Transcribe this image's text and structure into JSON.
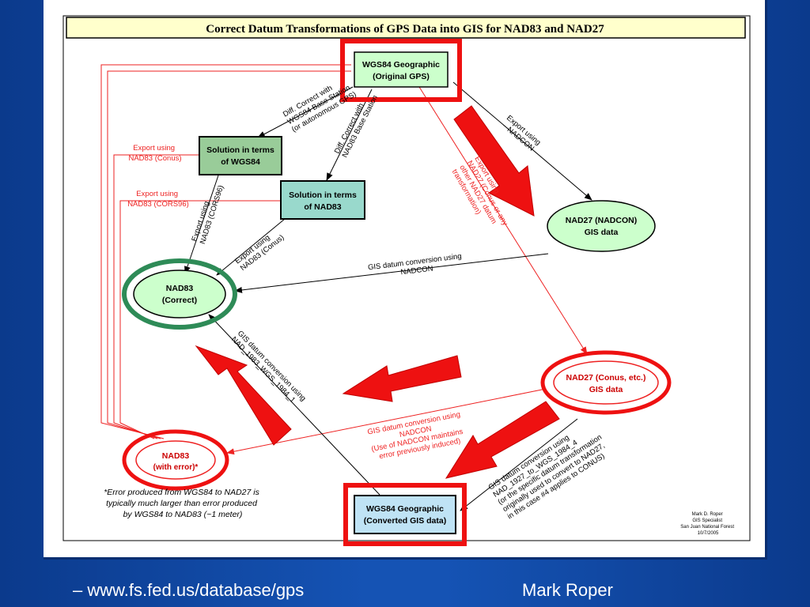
{
  "title": "Correct Datum Transformations of GPS Data into GIS for NAD83 and NAD27",
  "nodes": {
    "wgs84_top": {
      "line1": "WGS84 Geographic",
      "line2": "(Original GPS)"
    },
    "sol_wgs84": {
      "line1": "Solution in terms",
      "line2": "of WGS84"
    },
    "sol_nad83": {
      "line1": "Solution in terms",
      "line2": "of NAD83"
    },
    "nad27_nadcon": {
      "line1": "NAD27 (NADCON)",
      "line2": "GIS data"
    },
    "nad83_correct": {
      "line1": "NAD83",
      "line2": "(Correct)"
    },
    "nad27_conus": {
      "line1": "NAD27 (Conus, etc.)",
      "line2": "GIS data"
    },
    "nad83_error": {
      "line1": "NAD83",
      "line2": "(with error)*"
    },
    "wgs84_bottom": {
      "line1": "WGS84 Geographic",
      "line2": "(Converted GIS data)"
    }
  },
  "labels": {
    "diff_autonomous": [
      "Diff. Correct with",
      "WGS84 Base Station",
      "(or autonomous GPS)"
    ],
    "diff_nad83": [
      "Diff. Correct with",
      "NAD83 Base Station"
    ],
    "export_nadcon": [
      "Export using",
      "NADCON"
    ],
    "export_conus_red": [
      "Export using",
      "NAD83 (Conus)"
    ],
    "export_cors_red": [
      "Export using",
      "NAD83 (CORS96)"
    ],
    "export_cors_black": [
      "Export using",
      "NAD83 (CORS96)"
    ],
    "export_conus_black": [
      "Export using",
      "NAD83 (Conus)"
    ],
    "export_nad27_red": [
      "Export using",
      "NAD27 (Conus or any",
      "other NAD27 datum",
      "transformation)"
    ],
    "gis_nadcon": [
      "GIS datum conversion using",
      "NADCON"
    ],
    "gis_nad83_wgs": [
      "GIS datum conversion using",
      "NAD_1983_WGS_1984_1"
    ],
    "gis_nadcon_red": [
      "GIS datum conversion using",
      "NADCON",
      "(Use of NADCON maintains",
      "error previously induced)"
    ],
    "gis_nad27_wgs": [
      "GIS datum conversion using",
      "NAD_1927_to_WGS_1984_4",
      "(or the specific datum transformation",
      "originally used to convert to NAD27,",
      "in this case #4 applies to CONUS)"
    ]
  },
  "footnote": [
    "*Error produced from WGS84 to NAD27 is",
    "typically much larger than error produced",
    "by WGS84 to NAD83 (~1 meter)"
  ],
  "credit": [
    "Mark D. Roper",
    "GIS Specialist",
    "San Juan National Forest",
    "10/7/2005"
  ],
  "footer": {
    "left": "– www.fs.fed.us/database/gps",
    "right": "Mark Roper"
  },
  "colors": {
    "title_bg": "#ffffcc",
    "light_green": "#ccffcc",
    "dark_green": "#99cc99",
    "teal": "#99d9cc",
    "light_blue": "#bfe3f5",
    "highlight_red": "#ee1111",
    "highlight_green": "#2e8b57",
    "flow_red": "#ee2222"
  }
}
